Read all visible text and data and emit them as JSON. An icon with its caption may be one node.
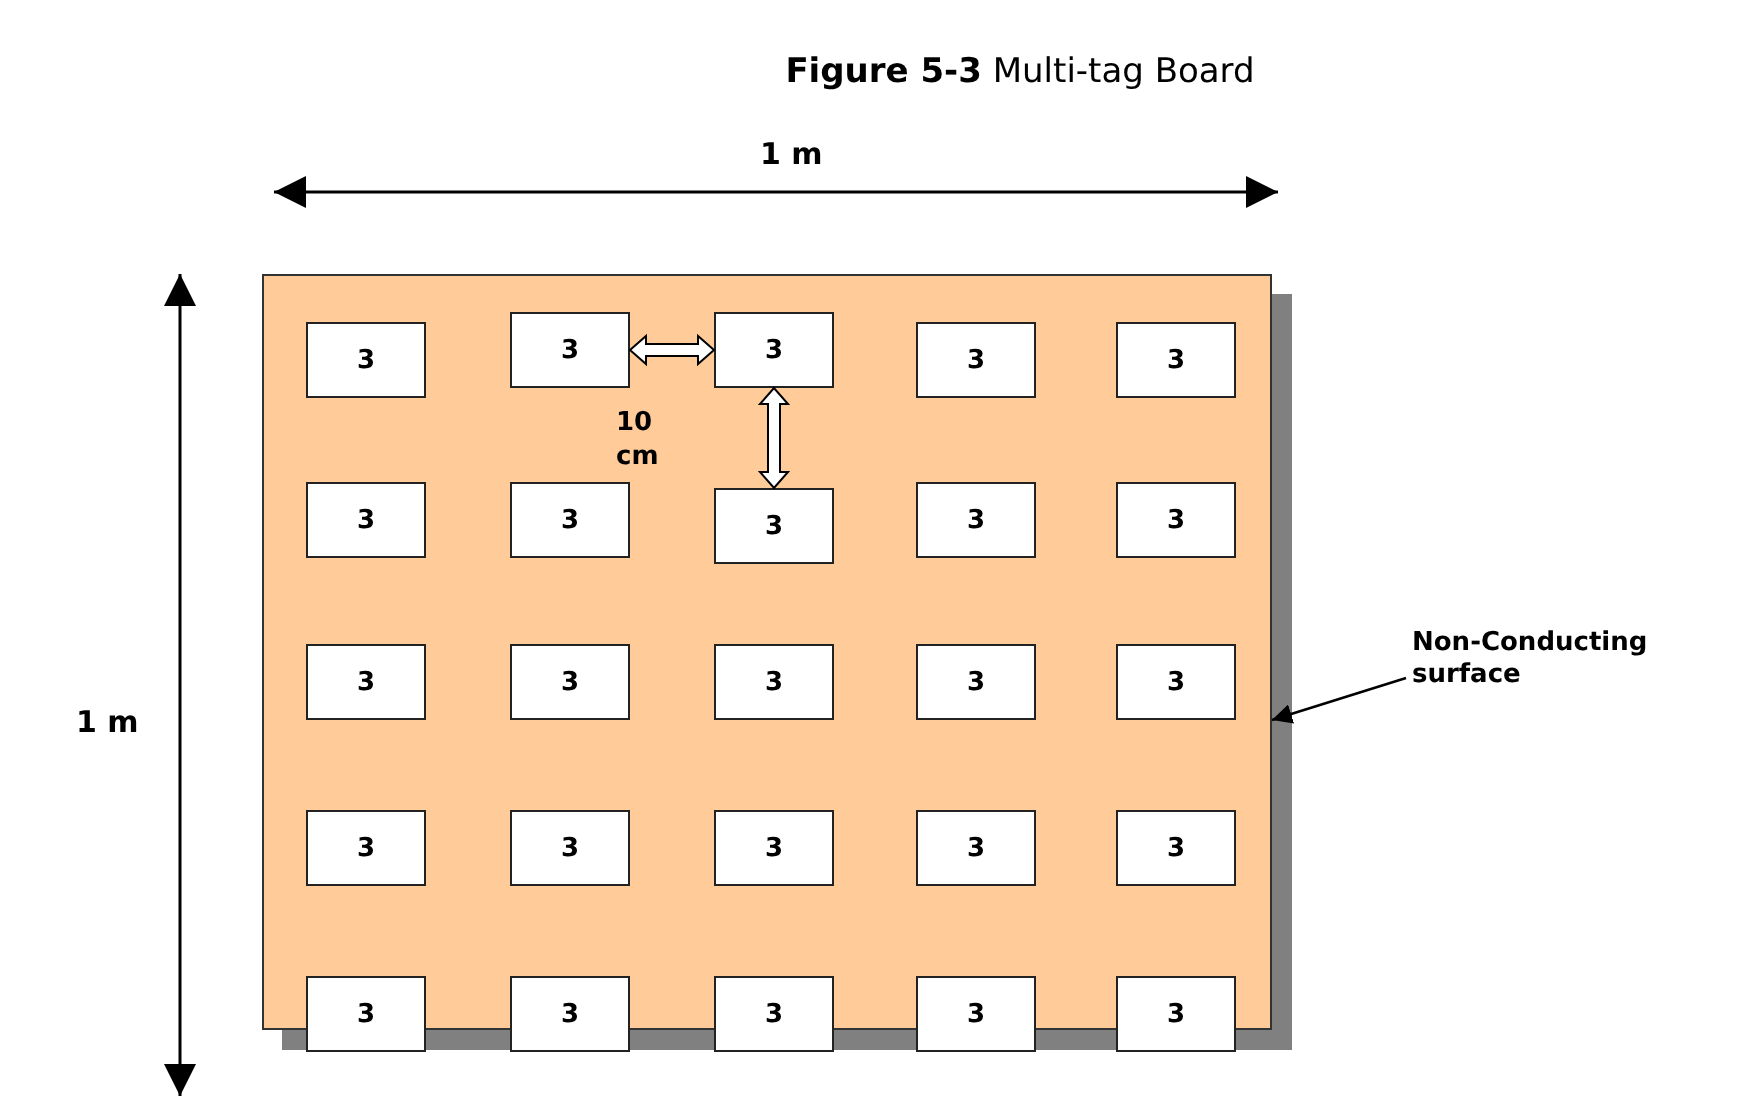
{
  "diagram": {
    "title": "**Figure 5-3** Multi-tag Board",
    "nodes": [
      {
        "text": [],
        "shape": "box"
      },
      {
        "text": [
          "3"
        ],
        "in": 0
      },
      {
        "text": [
          "3"
        ],
        "in": 0
      },
      {
        "text": [
          "3"
        ],
        "in": 0
      },
      {
        "text": [
          "3"
        ],
        "in": 0
      },
      {
        "text": [
          "3"
        ],
        "in": 0
      },
      {
        "text": [
          "3"
        ],
        "in": 0
      },
      {
        "text": [
          "3"
        ],
        "in": 0
      },
      {
        "text": [
          "3"
        ],
        "in": 0
      },
      {
        "text": [
          "3"
        ],
        "in": 0
      },
      {
        "text": [
          "3"
        ],
        "in": 0
      },
      {
        "text": [
          "3"
        ],
        "in": 0
      },
      {
        "text": [
          "3"
        ],
        "in": 0
      },
      {
        "text": [
          "3"
        ],
        "in": 0
      },
      {
        "text": [
          "3"
        ],
        "in": 0
      },
      {
        "text": [
          "3"
        ],
        "in": 0
      },
      {
        "text": [
          "3"
        ],
        "in": 0
      },
      {
        "text": [
          "3"
        ],
        "in": 0
      },
      {
        "text": [
          "3"
        ],
        "in": 0
      },
      {
        "text": [
          "3"
        ],
        "in": 0
      },
      {
        "text": [
          "3"
        ],
        "in": 0
      },
      {
        "text": [
          "3"
        ],
        "in": 0
      },
      {
        "text": [
          "3"
        ],
        "in": 0
      },
      {
        "text": [
          "3"
        ],
        "in": 0
      },
      {
        "text": [
          "3"
        ],
        "in": 0
      },
      {
        "text": [
          "3"
        ],
        "in": 0
      },
      {
        "text": [
          "Non-Conducting surface"
        ]
      }
    ],
    "edges": [
      {
        "from": 2,
        "to": 3,
        "arrow": "both",
        "style": "thick"
      },
      {
        "from": 3,
        "to": 8,
        "arrow": "both",
        "style": "thick"
      },
      {
        "from": 26,
        "to": 0,
        "arrow": "to"
      }
    ],
    "labels": [
      "1 m",
      "1 m",
      "10 cm"
    ]
  }
}
